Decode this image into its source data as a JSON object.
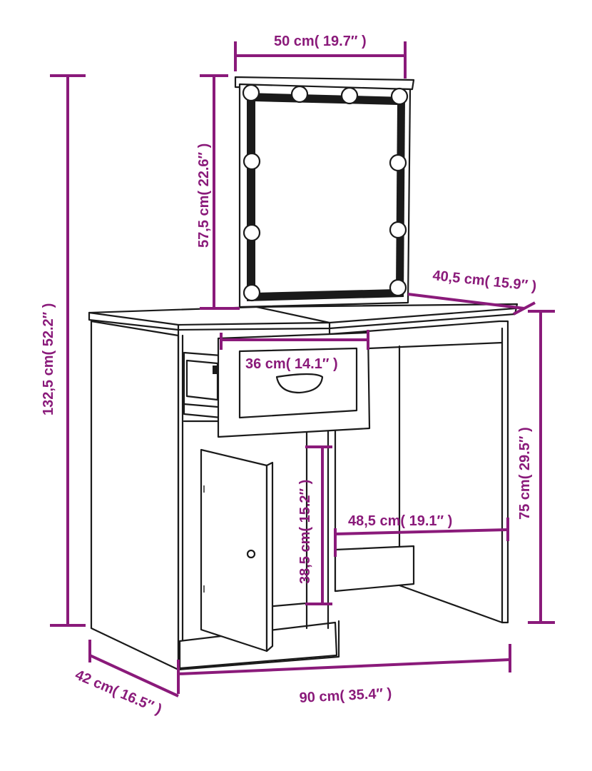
{
  "colors": {
    "dimension": "#8a1a7a",
    "outline": "#1a1a1a",
    "background": "#ffffff"
  },
  "dimensions": {
    "mirror_width": "50 cm( 19.7″ )",
    "mirror_height": "57,5 cm( 22.6″ )",
    "total_height": "132,5 cm( 52.2″ )",
    "desk_depth_top": "40,5 cm( 15.9″ )",
    "drawer_width": "36 cm( 14.1″ )",
    "desk_height": "75 cm( 29.5″ )",
    "legroom_width": "48,5 cm( 19.1″ )",
    "legroom_height": "38,5 cm( 15.2″ )",
    "total_width": "90 cm( 35.4″ )",
    "total_depth": "42 cm( 16.5″ )"
  }
}
